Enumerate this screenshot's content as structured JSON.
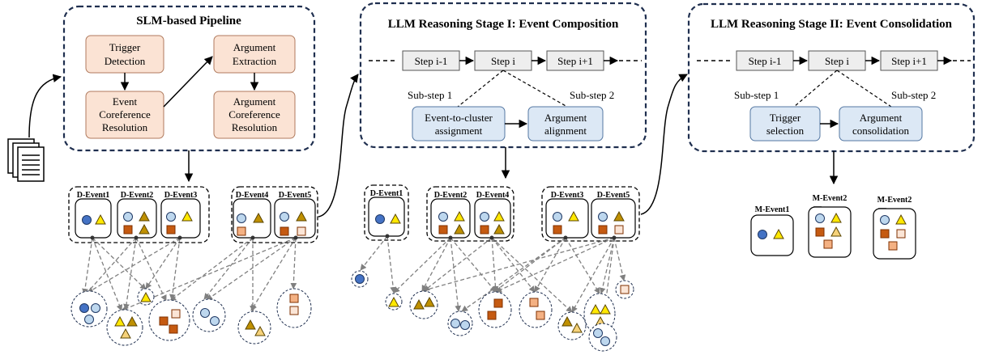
{
  "stages": {
    "slm": {
      "title": "SLM-based Pipeline",
      "trigger_detection": [
        "Trigger",
        "Detection"
      ],
      "event_coreference": [
        "Event",
        "Coreference",
        "Resolution"
      ],
      "argument_extraction": [
        "Argument",
        "Extraction"
      ],
      "argument_coreference": [
        "Argument",
        "Coreference",
        "Resolution"
      ]
    },
    "stage1": {
      "title": "LLM Reasoning Stage I: Event Composition",
      "steps": [
        "Step i-1",
        "Step i",
        "Step i+1"
      ],
      "substep1_label": "Sub-step 1",
      "substep2_label": "Sub-step 2",
      "substep1_box": [
        "Event-to-cluster",
        "assignment"
      ],
      "substep2_box": [
        "Argument",
        "alignment"
      ]
    },
    "stage2": {
      "title": "LLM Reasoning Stage II: Event Consolidation",
      "steps": [
        "Step i-1",
        "Step i",
        "Step i+1"
      ],
      "substep1_label": "Sub-step 1",
      "substep2_label": "Sub-step 2",
      "substep1_box": [
        "Trigger",
        "selection"
      ],
      "substep2_box": [
        "Argument",
        "consolidation"
      ]
    }
  },
  "events_slm": [
    "D-Event1",
    "D-Event2",
    "D-Event3",
    "D-Event4",
    "D-Event5"
  ],
  "events_stage1": [
    "D-Event1",
    "D-Event2",
    "D-Event4",
    "D-Event3",
    "D-Event5"
  ],
  "events_stage2": [
    "M-Event1",
    "M-Event2",
    "M-Event2"
  ],
  "colors": {
    "stage_border": "#1f2f4f",
    "pink_box_fill": "#fbe3d4",
    "pink_box_stroke": "#b07a5e",
    "blue_box_fill": "#dce8f5",
    "blue_box_stroke": "#5477a2",
    "step_fill": "#eeeeee",
    "dark_blue_circle": "#4472c4",
    "light_blue_circle": "#bdd7ee",
    "yellow_triangle": "#ffe800",
    "olive_triangle": "#bf9000",
    "light_yellow_triangle": "#f6d27a",
    "dark_orange_square": "#c55a11",
    "light_orange_square": "#f4b183",
    "pale_orange_square": "#fbe5d6",
    "dashed_link": "#808080"
  }
}
